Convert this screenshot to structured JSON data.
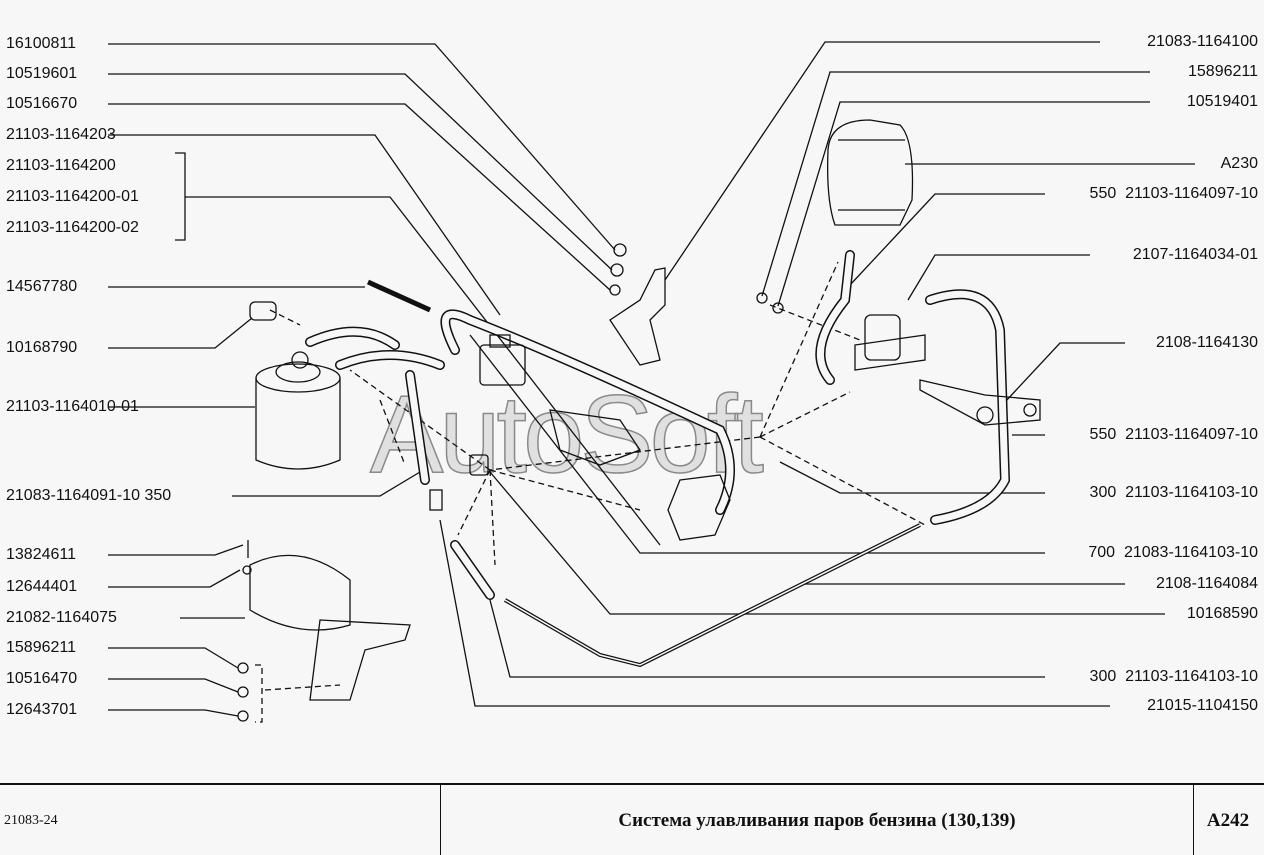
{
  "left_labels": [
    "16100811",
    "10519601",
    "10516670",
    "21103-1164203",
    "21103-1164200",
    "21103-1164200-01",
    "21103-1164200-02",
    "14567780",
    "10168790",
    "21103-1164010-01",
    "21083-1164091-10 350",
    "13824611",
    "12644401",
    "21082-1164075",
    "15896211",
    "10516470",
    "12643701"
  ],
  "right_labels": [
    "21083-1164100",
    "15896211",
    "10519401",
    "A230",
    "550  21103-1164097-10",
    "2107-1164034-01",
    "2108-1164130",
    "550  21103-1164097-10",
    "300  21103-1164103-10",
    "700  21083-1164103-10",
    "2108-1164084",
    "10168590",
    "300  21103-1164103-10",
    "21015-1104150"
  ],
  "watermark": "AutoSoft",
  "footer": {
    "code": "21083-24",
    "title": "Система улавливания паров бензина (130,139)",
    "page": "A242"
  }
}
